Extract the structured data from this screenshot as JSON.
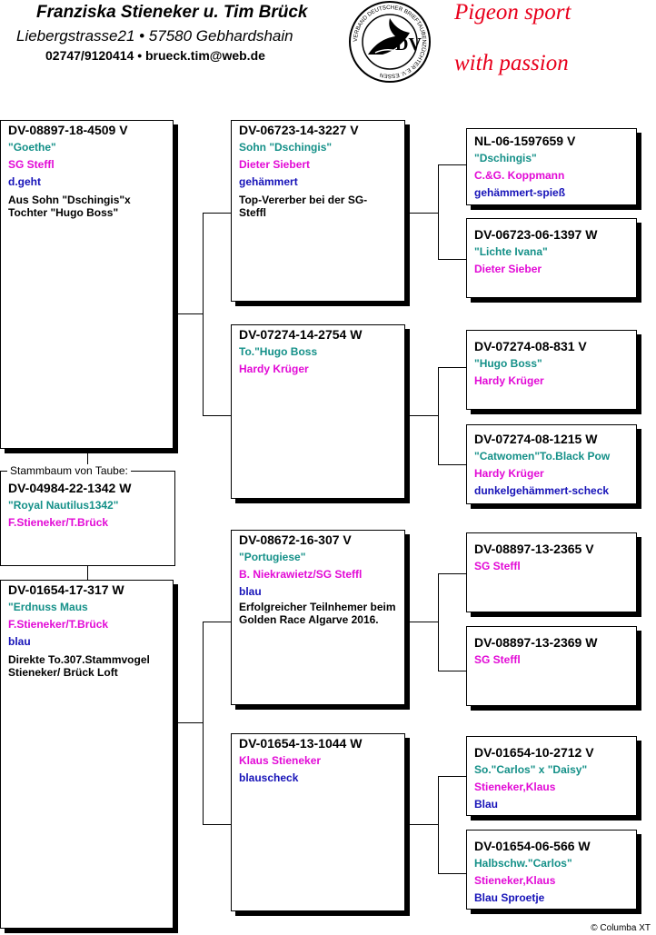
{
  "header": {
    "owners": "Franziska Stieneker u. Tim Brück",
    "address": "Liebergstrasse21 • 57580 Gebhardshain",
    "contact": "02747/9120414 • brueck.tim@web.de",
    "slogan_line1": "Pigeon sport",
    "slogan_line2": "with passion",
    "logo_letters": "DV",
    "logo_ring_text": "VERBAND DEUTSCHER BRIEFTAUBENZÜCHTER E.V. ESSEN",
    "logo_icon": "pigeon-icon"
  },
  "subject": {
    "caption": "Stammbaum von Taube:",
    "ring": "DV-04984-22-1342 W",
    "name": "\"Royal Nautilus1342\"",
    "breeder": "F.Stieneker/T.Brück"
  },
  "father": {
    "ring": "DV-08897-18-4509 V",
    "name": "\"Goethe\"",
    "breeder": "SG Steffl",
    "color": "d.geht",
    "note": "Aus Sohn \"Dschingis\"x Tochter \"Hugo Boss\""
  },
  "mother": {
    "ring": "DV-01654-17-317 W",
    "name": "\"Erdnuss Maus",
    "breeder": "F.Stieneker/T.Brück",
    "color": "blau",
    "note": "Direkte To.307.Stammvogel Stieneker/ Brück Loft"
  },
  "ff": {
    "ring": "DV-06723-14-3227 V",
    "name": "Sohn \"Dschingis\"",
    "breeder": "Dieter Siebert",
    "color": "gehämmert",
    "note": "Top-Vererber bei der SG-Steffl"
  },
  "fm": {
    "ring": "DV-07274-14-2754 W",
    "name": "To.\"Hugo Boss",
    "breeder": "Hardy Krüger"
  },
  "mf": {
    "ring": "DV-08672-16-307 V",
    "name": "\"Portugiese\"",
    "breeder": "B. Niekrawietz/SG Steffl",
    "color": "blau",
    "note": "Erfolgreicher Teilnhemer beim Golden Race Algarve 2016."
  },
  "mm": {
    "ring": "DV-01654-13-1044 W",
    "breeder": "Klaus Stieneker",
    "color": "blauscheck"
  },
  "fff": {
    "ring": "NL-06-1597659 V",
    "name": "\"Dschingis\"",
    "breeder": "C.&G. Koppmann",
    "color": "gehämmert-spieß"
  },
  "ffm": {
    "ring": "DV-06723-06-1397 W",
    "name": "\"Lichte Ivana\"",
    "breeder": "Dieter Sieber"
  },
  "fmf": {
    "ring": "DV-07274-08-831 V",
    "name": "\"Hugo Boss\"",
    "breeder": "Hardy Krüger"
  },
  "fmm": {
    "ring": "DV-07274-08-1215 W",
    "name": "\"Catwomen\"To.Black Pow",
    "breeder": "Hardy Krüger",
    "color": "dunkelgehämmert-scheck"
  },
  "mff": {
    "ring": "DV-08897-13-2365 V",
    "breeder": "SG Steffl"
  },
  "mfm": {
    "ring": "DV-08897-13-2369 W",
    "breeder": "SG Steffl"
  },
  "mmf": {
    "ring": "DV-01654-10-2712 V",
    "name": "So.\"Carlos\" x \"Daisy\"",
    "breeder": "Stieneker,Klaus",
    "color": "Blau"
  },
  "mmm": {
    "ring": "DV-01654-06-566 W",
    "name": "Halbschw.\"Carlos\"",
    "breeder": "Stieneker,Klaus",
    "color": "Blau Sproetje"
  },
  "footer": "© Columba XT",
  "colors": {
    "name": "#149088",
    "breeder": "#e20ad6",
    "color": "#1612b8",
    "slogan": "#e8001c"
  }
}
